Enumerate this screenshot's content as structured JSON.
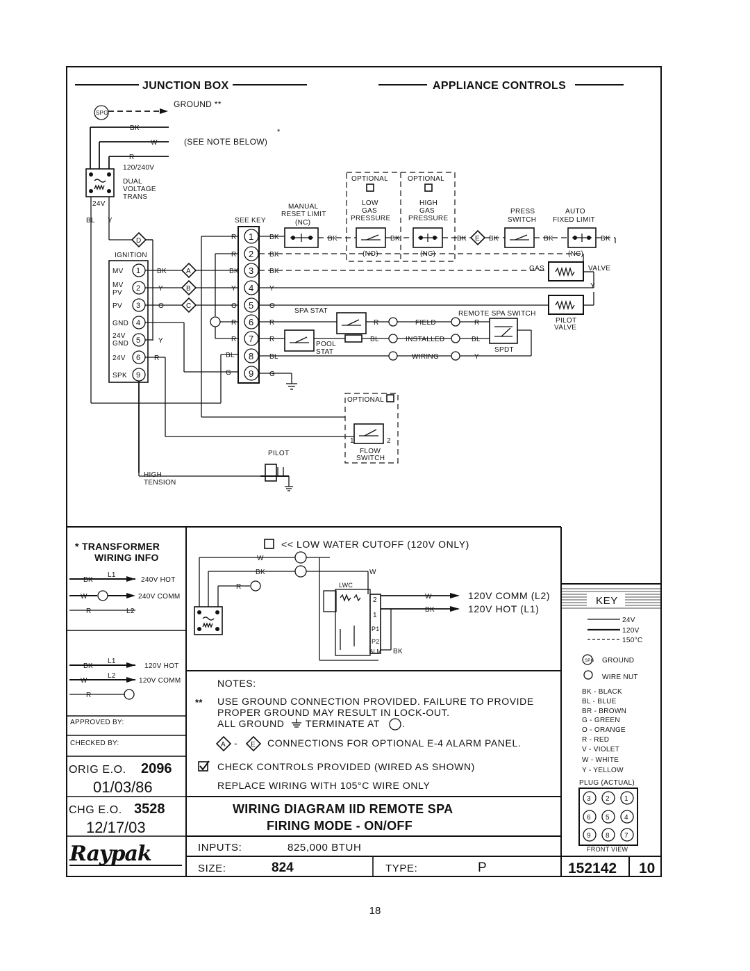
{
  "headers": {
    "junction_box": "JUNCTION BOX",
    "appliance_controls": "APPLIANCE CONTROLS"
  },
  "junction": {
    "ground": "GROUND **",
    "see_note": "(SEE NOTE BELOW)",
    "star": "*",
    "trans_voltage": "120/240V",
    "trans_lines": [
      "DUAL",
      "VOLTAGE",
      "TRANS"
    ],
    "v24": "24V",
    "bl": "BL",
    "y": "Y",
    "spg": "SPG"
  },
  "wire_codes": {
    "bk": "BK",
    "w": "W",
    "r": "R",
    "y": "Y",
    "o": "O",
    "bl": "BL",
    "g": "G"
  },
  "ignition": {
    "title": "IGNITION",
    "pins": [
      {
        "label": "MV",
        "num": "1"
      },
      {
        "label": "MV\nPV",
        "num": "2"
      },
      {
        "label": "PV",
        "num": "3"
      },
      {
        "label": "GND",
        "num": "4"
      },
      {
        "label": "24V\nGND",
        "num": "5"
      },
      {
        "label": "24V",
        "num": "6"
      },
      {
        "label": "SPK",
        "num": "9"
      }
    ]
  },
  "diamonds": [
    "D",
    "A",
    "B",
    "C",
    "E"
  ],
  "terminal": {
    "title": "SEE KEY",
    "nums": [
      "1",
      "2",
      "3",
      "4",
      "5",
      "6",
      "7",
      "8",
      "9"
    ]
  },
  "controls": {
    "optional_a": "OPTIONAL",
    "optional_b": "OPTIONAL",
    "manual_reset": [
      "MANUAL",
      "RESET LIMIT",
      "(NC)"
    ],
    "low_gas": [
      "LOW",
      "GAS",
      "PRESSURE"
    ],
    "high_gas": [
      "HIGH",
      "GAS",
      "PRESSURE"
    ],
    "no": "(NO)",
    "nc": "(NC)",
    "press_switch": [
      "PRESS",
      "SWITCH"
    ],
    "auto_limit": [
      "AUTO",
      "FIXED LIMIT"
    ],
    "gas": "GAS",
    "valve": "VALVE",
    "pilot_valve": [
      "PILOT",
      "VALVE"
    ],
    "spa_stat": "SPA STAT",
    "pool_stat": [
      "POOL",
      "STAT"
    ],
    "remote_spa_switch": "REMOTE SPA SWITCH",
    "field": "FIELD",
    "installed": "INSTALLED",
    "wiring": "WIRING",
    "spdt": "SPDT",
    "optional_flow": "OPTIONAL",
    "flow_switch": [
      "FLOW",
      "SWITCH"
    ],
    "flow_1": "1",
    "flow_2": "2",
    "pilot": "PILOT",
    "high_tension": [
      "HIGH",
      "TENSION"
    ]
  },
  "transformer_info": {
    "title": [
      "* TRANSFORMER",
      "WIRING INFO"
    ],
    "row1": {
      "wire": "BK",
      "line": "L1",
      "label": "240V HOT"
    },
    "row2": {
      "wire": "W",
      "label": "240V COMM"
    },
    "row3": {
      "wire": "R",
      "line": "L2"
    },
    "row4": {
      "wire": "BK",
      "line": "L1",
      "label": "120V HOT"
    },
    "row5": {
      "wire": "W",
      "line": "L2",
      "label": "120V COMM"
    },
    "row6": {
      "wire": "R"
    }
  },
  "lwc": {
    "title": "<< LOW WATER CUTOFF (120V ONLY)",
    "lwc": "LWC",
    "pins": [
      "2",
      "1",
      "P1",
      "P2",
      "ALM"
    ],
    "comm": "120V COMM (L2)",
    "hot": "120V HOT (L1)"
  },
  "key": {
    "title": "KEY",
    "v24": "24V",
    "v120": "120V",
    "c150": "150°C",
    "ground": "GROUND",
    "wire_nut": "WIRE NUT",
    "colors": [
      "BK - BLACK",
      "BL - BLUE",
      "BR - BROWN",
      "G - GREEN",
      "O - ORANGE",
      "R - RED",
      "V - VIOLET",
      "W - WHITE",
      "Y - YELLOW"
    ],
    "plug": "PLUG (ACTUAL)",
    "plug_nums": [
      "3",
      "2",
      "1",
      "6",
      "5",
      "4",
      "9",
      "8",
      "7"
    ],
    "front_view": "FRONT VIEW"
  },
  "notes": {
    "title": "NOTES:",
    "stars": "**",
    "line1": "USE GROUND CONNECTION PROVIDED. FAILURE TO PROVIDE",
    "line2": "PROPER GROUND MAY RESULT IN LOCK-OUT.",
    "line3a": "ALL GROUND",
    "line3b": "TERMINATE AT",
    "alarm": "CONNECTIONS FOR OPTIONAL E-4 ALARM PANEL.",
    "check": "CHECK CONTROLS PROVIDED (WIRED AS SHOWN)",
    "replace": "REPLACE WIRING WITH 105°C WIRE ONLY"
  },
  "titleblock": {
    "approved": "APPROVED BY:",
    "checked": "CHECKED BY:",
    "orig_label": "ORIG E.O.",
    "orig_val": "2096",
    "orig_date": "01/03/86",
    "chg_label": "CHG E.O.",
    "chg_val": "3528",
    "chg_date": "12/17/03",
    "logo": "Raypak",
    "title1": "WIRING DIAGRAM IID REMOTE SPA",
    "title2": "FIRING MODE - ON/OFF",
    "inputs_label": "INPUTS:",
    "inputs_val": "825,000 BTUH",
    "size_label": "SIZE:",
    "size_val": "824",
    "type_label": "TYPE:",
    "type_val": "P",
    "dwg_no": "152142",
    "rev": "10"
  },
  "page_number": "18"
}
